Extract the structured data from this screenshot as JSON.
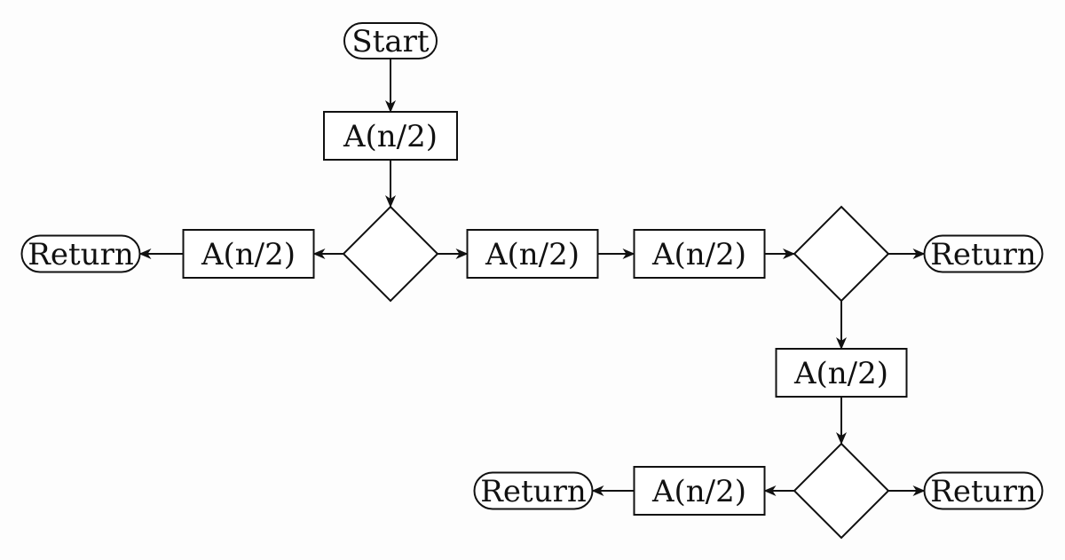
{
  "diagram": {
    "type": "flowchart",
    "colors": {
      "stroke": "#111111",
      "fill": "#ffffff",
      "background": "#fdfdfd"
    },
    "nodes": [
      {
        "id": "start",
        "shape": "terminal",
        "label": "Start"
      },
      {
        "id": "a1",
        "shape": "process",
        "label": "A(n/2)"
      },
      {
        "id": "d1",
        "shape": "decision",
        "label": ""
      },
      {
        "id": "a_left",
        "shape": "process",
        "label": "A(n/2)"
      },
      {
        "id": "ret_left",
        "shape": "terminal",
        "label": "Return"
      },
      {
        "id": "a_r1",
        "shape": "process",
        "label": "A(n/2)"
      },
      {
        "id": "a_r2",
        "shape": "process",
        "label": "A(n/2)"
      },
      {
        "id": "d2",
        "shape": "decision",
        "label": ""
      },
      {
        "id": "ret_right",
        "shape": "terminal",
        "label": "Return"
      },
      {
        "id": "a_down",
        "shape": "process",
        "label": "A(n/2)"
      },
      {
        "id": "d3",
        "shape": "decision",
        "label": ""
      },
      {
        "id": "a_bottom_left",
        "shape": "process",
        "label": "A(n/2)"
      },
      {
        "id": "ret_bottom_left",
        "shape": "terminal",
        "label": "Return"
      },
      {
        "id": "ret_bottom_right",
        "shape": "terminal",
        "label": "Return"
      }
    ],
    "edges": [
      {
        "from": "start",
        "to": "a1"
      },
      {
        "from": "a1",
        "to": "d1"
      },
      {
        "from": "d1",
        "to": "a_left"
      },
      {
        "from": "a_left",
        "to": "ret_left"
      },
      {
        "from": "d1",
        "to": "a_r1"
      },
      {
        "from": "a_r1",
        "to": "a_r2"
      },
      {
        "from": "a_r2",
        "to": "d2"
      },
      {
        "from": "d2",
        "to": "ret_right"
      },
      {
        "from": "d2",
        "to": "a_down"
      },
      {
        "from": "a_down",
        "to": "d3"
      },
      {
        "from": "d3",
        "to": "a_bottom_left"
      },
      {
        "from": "a_bottom_left",
        "to": "ret_bottom_left"
      },
      {
        "from": "d3",
        "to": "ret_bottom_right"
      }
    ]
  }
}
